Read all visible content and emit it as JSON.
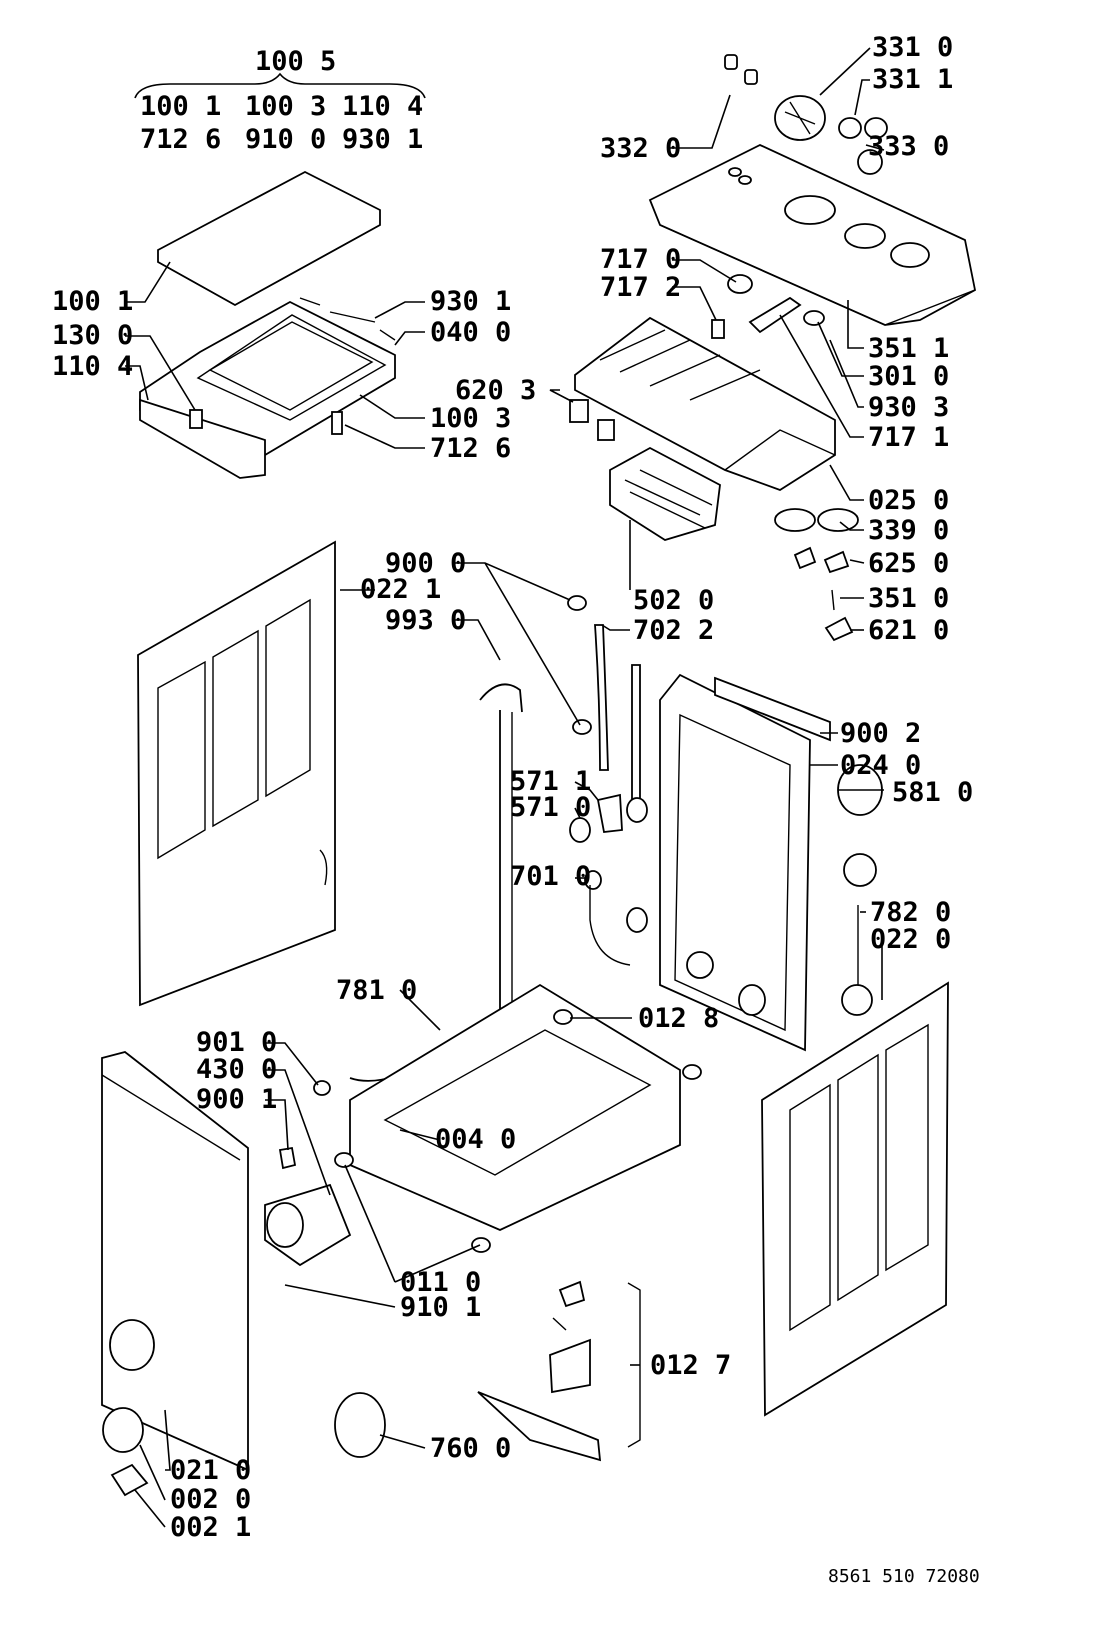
{
  "header": {
    "assembly": "100 5",
    "row1": [
      "100 1",
      "100 3",
      "110 4"
    ],
    "row2": [
      "712 6",
      "910 0",
      "930 1"
    ]
  },
  "labels": {
    "p3310": "331 0",
    "p3311": "331 1",
    "p3320": "332 0",
    "p3330": "333 0",
    "p7170": "717 0",
    "p7172": "717 2",
    "p3511a": "351 1",
    "p3010": "301 0",
    "p9303": "930 3",
    "p7171": "717 1",
    "p0250": "025 0",
    "p3390": "339 0",
    "p6250": "625 0",
    "p3510": "351 0",
    "p6210": "621 0",
    "p1001": "100 1",
    "p1300": "130 0",
    "p1104": "110 4",
    "p9301": "930 1",
    "p0400": "040 0",
    "p6203": "620 3",
    "p1003": "100 3",
    "p7126": "712 6",
    "p5020": "502 0",
    "p9000": "900 0",
    "p0221": "022 1",
    "p9930": "993 0",
    "p7022": "702 2",
    "p9002": "900 2",
    "p0240": "024 0",
    "p5810": "581 0",
    "p5711": "571 1",
    "p5710": "571 0",
    "p7010": "701 0",
    "p7820": "782 0",
    "p0220": "022 0",
    "p7810": "781 0",
    "p0128": "012 8",
    "p9010": "901 0",
    "p4300": "430 0",
    "p9001": "900 1",
    "p0040": "004 0",
    "p0110": "011 0",
    "p9101": "910 1",
    "p0127": "012 7",
    "p7600": "760 0",
    "p0210": "021 0",
    "p0020": "002 0",
    "p0021": "002 1"
  },
  "footer": {
    "doc_number": "8561 510 72080"
  }
}
